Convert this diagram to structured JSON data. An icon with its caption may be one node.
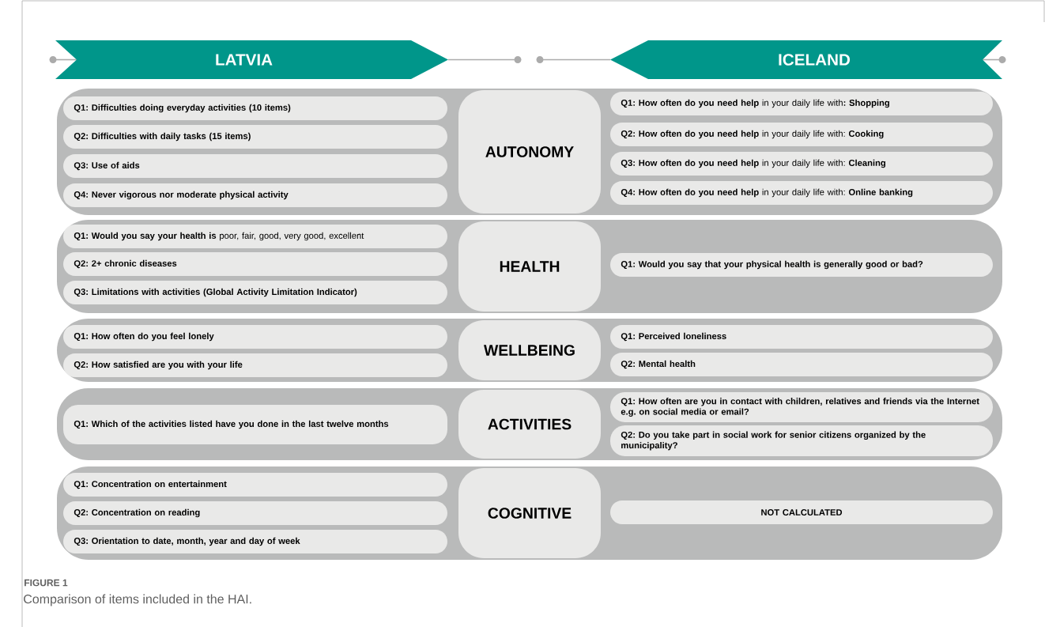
{
  "diagram": {
    "caption": "Comparison of items included in the HAI.",
    "nodes": [
      {
        "text": [
          "LATVIA"
        ]
      },
      {
        "text": [
          "ICELAND"
        ]
      },
      {
        "text": [],
        "shape": "band"
      },
      {
        "text": [
          "Q1: Difficulties doing everyday activities (10 items)"
        ],
        "in": 2
      },
      {
        "text": [
          "Q2: Difficulties with daily tasks (15 items)"
        ],
        "in": 2
      },
      {
        "text": [
          "Q3: Use of aids"
        ],
        "in": 2
      },
      {
        "text": [
          "Q4: Never vigorous nor moderate physical activity"
        ],
        "in": 2
      },
      {
        "text": [
          "AUTONOMY"
        ],
        "in": 2
      },
      {
        "text": [
          "**Q1: How often do you need help** in your daily life with**: Shopping**"
        ],
        "in": 2
      },
      {
        "text": [
          "**Q2: How often do you need help** in your daily life with: **Cooking**"
        ],
        "in": 2
      },
      {
        "text": [
          "**Q3: How often do you need help** in your daily life with: **Cleaning**"
        ],
        "in": 2
      },
      {
        "text": [
          "**Q4: How often do you need help** in your daily life with: **Online banking**"
        ],
        "in": 2
      },
      {
        "text": [],
        "shape": "band"
      },
      {
        "text": [
          "**Q1: Would you say your health is** poor, fair, good, very good, excellent"
        ],
        "in": 12
      },
      {
        "text": [
          "Q2: 2+ chronic diseases"
        ],
        "in": 12
      },
      {
        "text": [
          "Q3: Limitations with activities (Global Activity Limitation Indicator)"
        ],
        "in": 12
      },
      {
        "text": [
          "HEALTH"
        ],
        "in": 12
      },
      {
        "text": [
          "Q1: Would you say that your physical health is generally good or bad?"
        ],
        "in": 12
      },
      {
        "text": [],
        "shape": "band"
      },
      {
        "text": [
          "Q1: How often do you feel lonely"
        ],
        "in": 18
      },
      {
        "text": [
          "Q2: How satisfied are you with your life"
        ],
        "in": 18
      },
      {
        "text": [
          "WELLBEING"
        ],
        "in": 18
      },
      {
        "text": [
          "Q1: Perceived loneliness"
        ],
        "in": 18
      },
      {
        "text": [
          "Q2: Mental health"
        ],
        "in": 18
      },
      {
        "text": [],
        "shape": "band"
      },
      {
        "text": [
          "Q1: Which of the activities listed have you done in the last twelve months"
        ],
        "in": 24
      },
      {
        "text": [
          "ACTIVITIES"
        ],
        "in": 24
      },
      {
        "text": [
          "Q1: How often are you in contact with children, relatives and friends via the Internet e.g. on social media or email?"
        ],
        "in": 24
      },
      {
        "text": [
          "Q2: Do you take part in social work for senior citizens organized by the municipality?"
        ],
        "in": 24
      },
      {
        "text": [],
        "shape": "band"
      },
      {
        "text": [
          "Q1: Concentration on entertainment"
        ],
        "in": 29
      },
      {
        "text": [
          "Q2: Concentration on reading"
        ],
        "in": 29
      },
      {
        "text": [
          "Q3: Orientation to date, month, year and day of week"
        ],
        "in": 29
      },
      {
        "text": [
          "COGNITIVE"
        ],
        "in": 29
      },
      {
        "text": [
          "NOT CALCULATED"
        ],
        "in": 29
      }
    ],
    "labels": [
      "FIGURE 1"
    ]
  }
}
